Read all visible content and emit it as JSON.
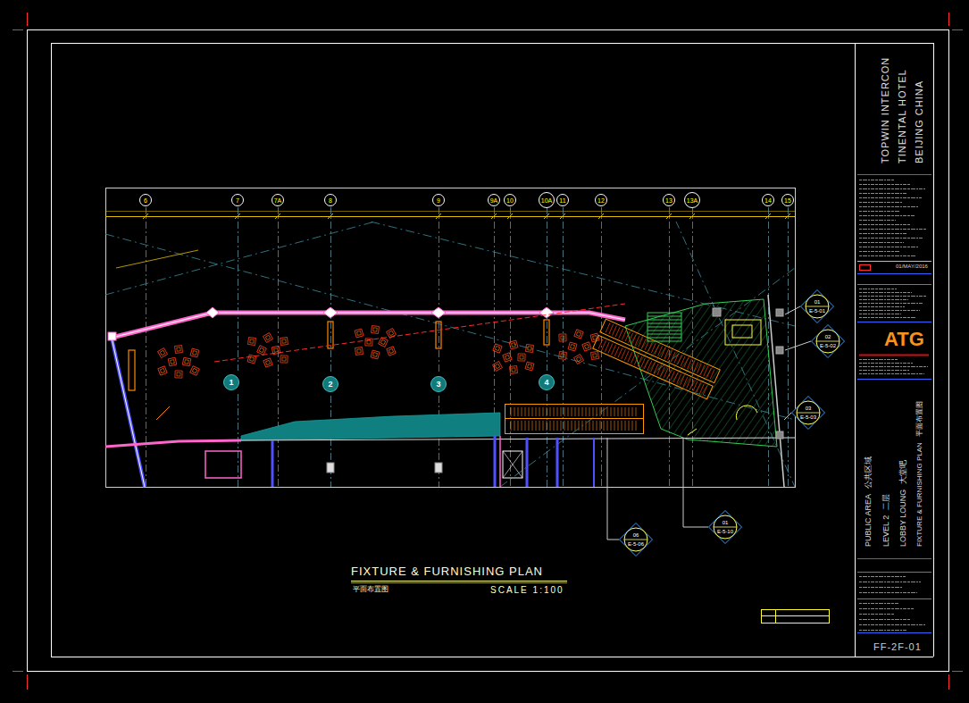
{
  "diagram": {
    "title": "FIXTURE & FURNISHING PLAN",
    "nodes": [
      {
        "text": [
          "6"
        ]
      },
      {
        "text": [
          "7"
        ]
      },
      {
        "text": [
          "7A"
        ]
      },
      {
        "text": [
          "8"
        ]
      },
      {
        "text": [
          "9"
        ]
      },
      {
        "text": [
          "9A"
        ]
      },
      {
        "text": [
          "10"
        ]
      },
      {
        "text": [
          "10A"
        ]
      },
      {
        "text": [
          "11"
        ]
      },
      {
        "text": [
          "12"
        ]
      },
      {
        "text": [
          "13"
        ]
      },
      {
        "text": [
          "13A"
        ]
      },
      {
        "text": [
          "14"
        ]
      },
      {
        "text": [
          "15"
        ]
      },
      {
        "text": [
          "1"
        ]
      },
      {
        "text": [
          "2"
        ]
      },
      {
        "text": [
          "3"
        ]
      },
      {
        "text": [
          "4"
        ]
      },
      {
        "text": [
          "01",
          "E-5-01"
        ]
      },
      {
        "text": [
          "02",
          "E-5-02"
        ]
      },
      {
        "text": [
          "03",
          "E-5-03"
        ]
      },
      {
        "text": [
          "06",
          "E-5-06"
        ]
      },
      {
        "text": [
          "01",
          "E-5-10"
        ]
      }
    ],
    "labels": [
      "平面布置图",
      "SCALE 1:100",
      "TOPWIN INTERCON",
      "TINENTAL HOTEL",
      "BEIJING CHINA",
      "01/MAY/2016",
      "ATG",
      "PUBLIC AREA",
      "公共区域",
      "LEVEL 2",
      "二层",
      "LOBBY LOUNG",
      "大堂吧",
      "FIXTURE & FURNISHING PLAN",
      "平面布置图",
      "FF-2F-01"
    ]
  }
}
